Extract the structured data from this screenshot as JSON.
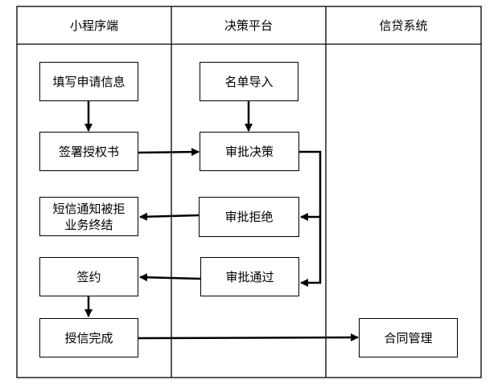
{
  "lanes": [
    "小程序端",
    "决策平台",
    "信贷系统"
  ],
  "nodes": {
    "fill_application": "填写申请信息",
    "sign_authorization": "签署授权书",
    "sms_rejection": "短信通知被拒\n业务终结",
    "sign_contract": "签约",
    "credit_complete": "授信完成",
    "list_import": "名单导入",
    "approval_decision": "审批决策",
    "approval_rejected": "审批拒绝",
    "approval_passed": "审批通过",
    "contract_management": "合同管理"
  }
}
